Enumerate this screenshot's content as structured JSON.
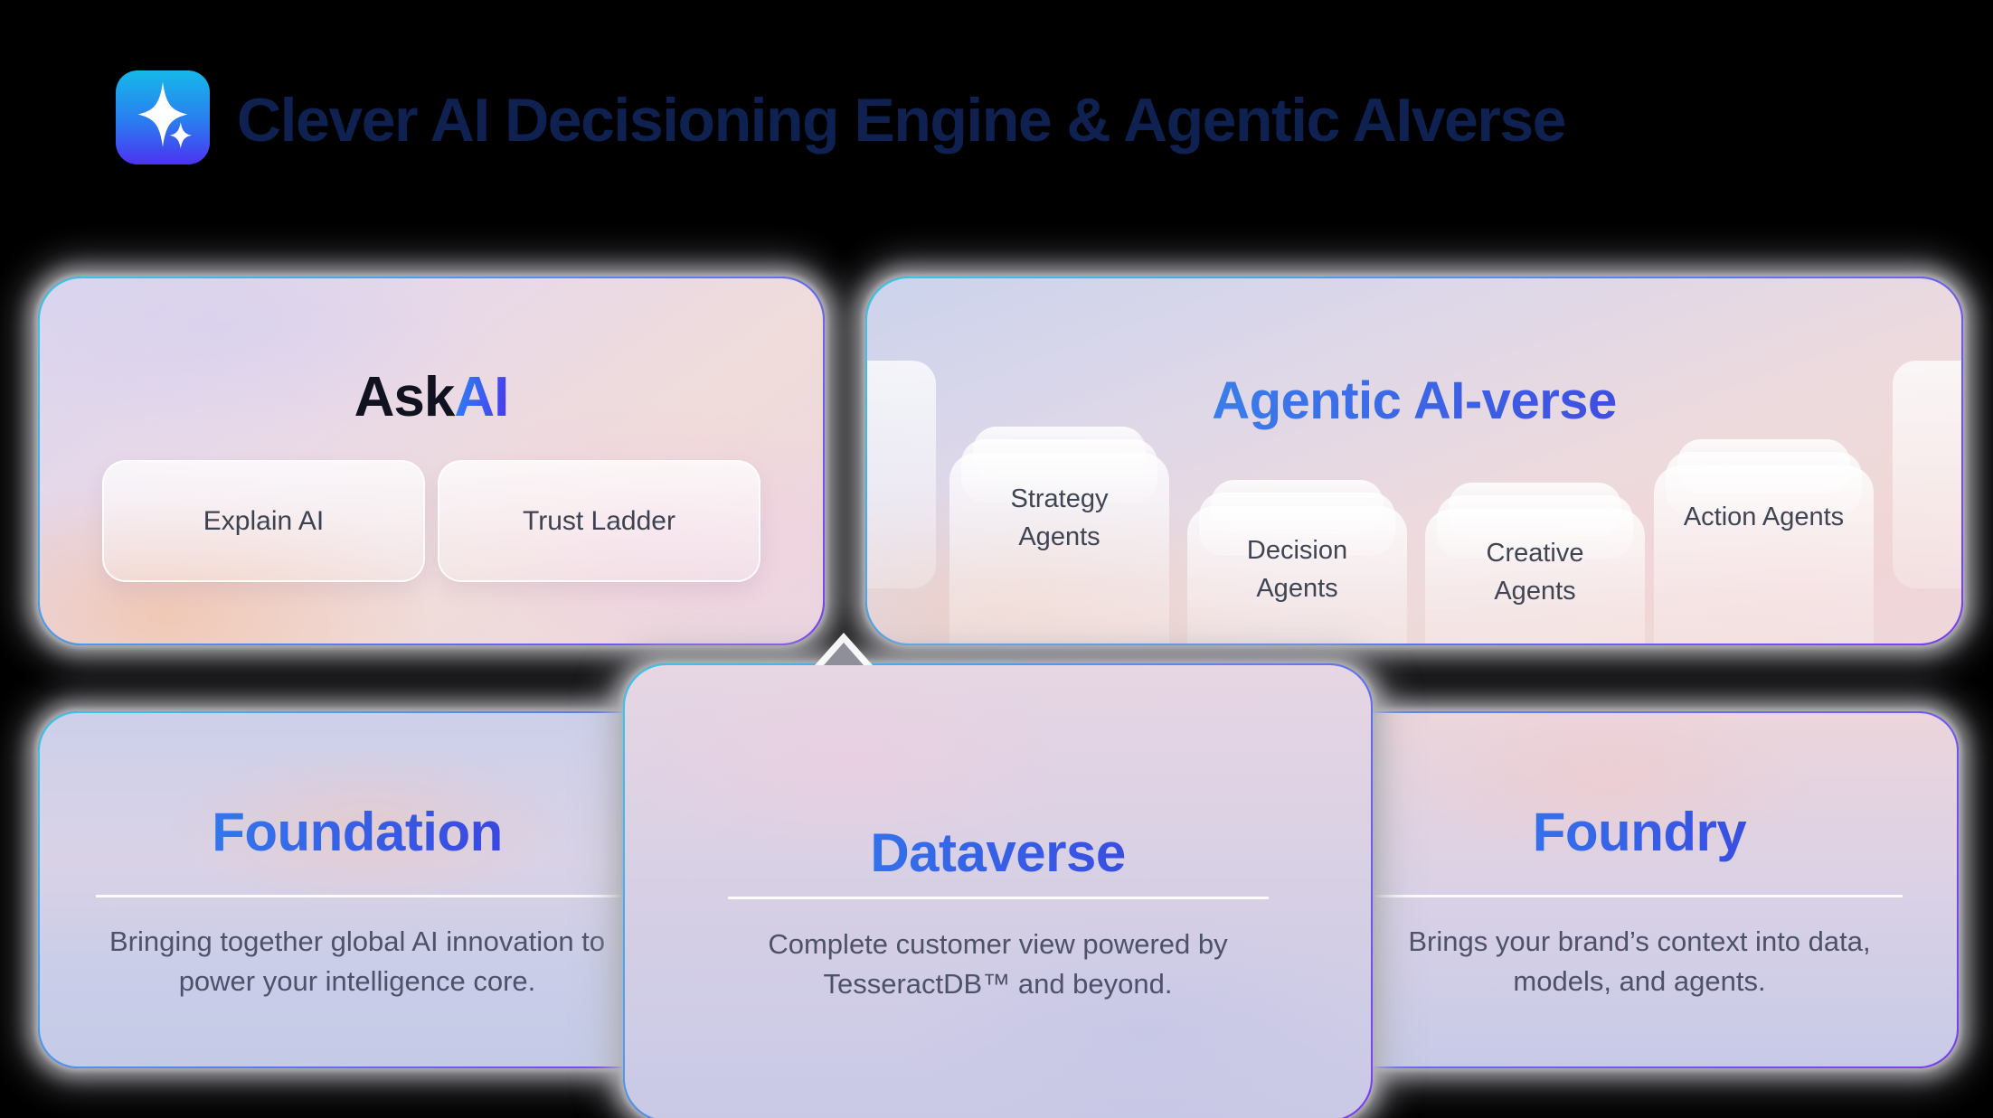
{
  "header": {
    "logo_icon": "sparkle-icon",
    "title": "Clever AI Decisioning Engine & Agentic AIverse"
  },
  "askai": {
    "title_prefix": "Ask",
    "title_accent": "AI",
    "buttons": [
      {
        "label": "Explain AI"
      },
      {
        "label": "Trust Ladder"
      }
    ]
  },
  "agentic": {
    "title": "Agentic AI-verse",
    "stacks": [
      {
        "label": "Strategy Agents"
      },
      {
        "label": "Decision Agents"
      },
      {
        "label": "Creative Agents"
      },
      {
        "label": "Action Agents"
      }
    ]
  },
  "foundation": {
    "title": "Foundation",
    "description": "Bringing together global AI innovation to power your intelligence core."
  },
  "dataverse": {
    "title": "Dataverse",
    "description": "Complete customer view powered by TesseractDB™ and beyond."
  },
  "foundry": {
    "title": "Foundry",
    "description": "Brings your brand’s context into data, models, and agents."
  },
  "colors": {
    "border_gradient_start": "#38c9ea",
    "border_gradient_end": "#7c3df2",
    "header_title": "#0e2150",
    "accent_blue_start": "#35a6f2",
    "accent_blue_end": "#4326da",
    "body_text": "#4d5268",
    "shadow_gray": "#b2b2b6"
  }
}
